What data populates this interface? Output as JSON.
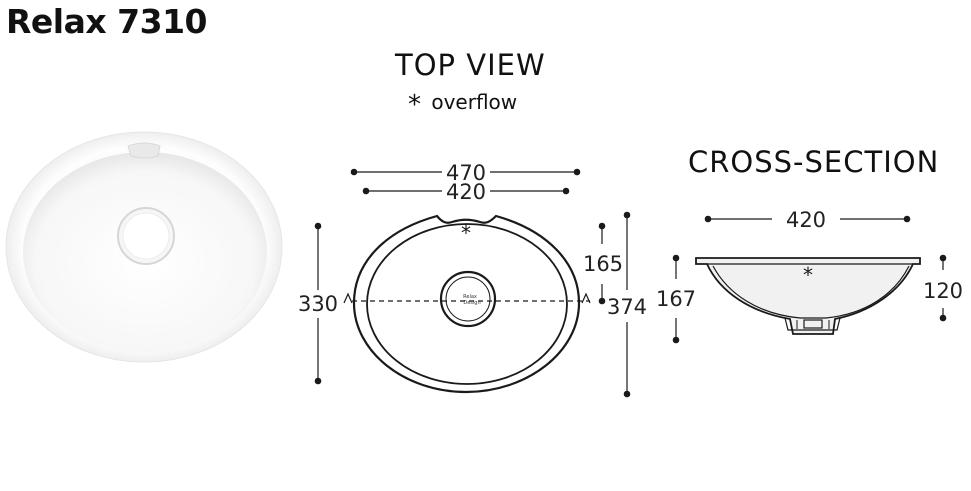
{
  "header": {
    "product_name": "Relax 7310"
  },
  "top_view": {
    "title": "TOP VIEW",
    "overflow_symbol": "*",
    "overflow_label": "overflow",
    "dims": {
      "outer_width": "470",
      "inner_width": "420",
      "inner_length": "330",
      "overflow_to_center": "165",
      "outer_length": "374"
    },
    "logo_text": "Relax\nDesign"
  },
  "cross_section": {
    "title": "CROSS-SECTION",
    "overflow_symbol": "*",
    "dims": {
      "width": "420",
      "total_height": "167",
      "bowl_depth": "120"
    }
  },
  "colors": {
    "line": "#1a1a1a",
    "fill_light": "#eeeeee",
    "photo_bg": "#f4f4f4"
  }
}
